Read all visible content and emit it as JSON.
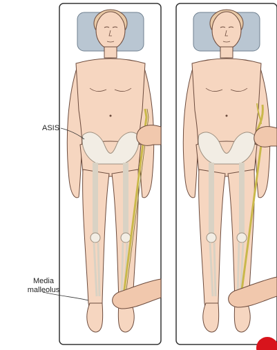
{
  "labels": {
    "asis": "ASIS",
    "malleolus_line1": "Media",
    "malleolus_line2": "malleolus"
  },
  "colors": {
    "skin": "#f6d6c0",
    "skin_outline": "#6b4a3c",
    "hair": "#e8c9a6",
    "pillow": "#b9c6d2",
    "bone": "#f2ede4",
    "tape": "#c9b84a",
    "bed_outline": "#333333",
    "hand_skin": "#f1c8ad",
    "marker": "#d8141c"
  },
  "icons": {
    "marker": "red-circle-icon"
  }
}
